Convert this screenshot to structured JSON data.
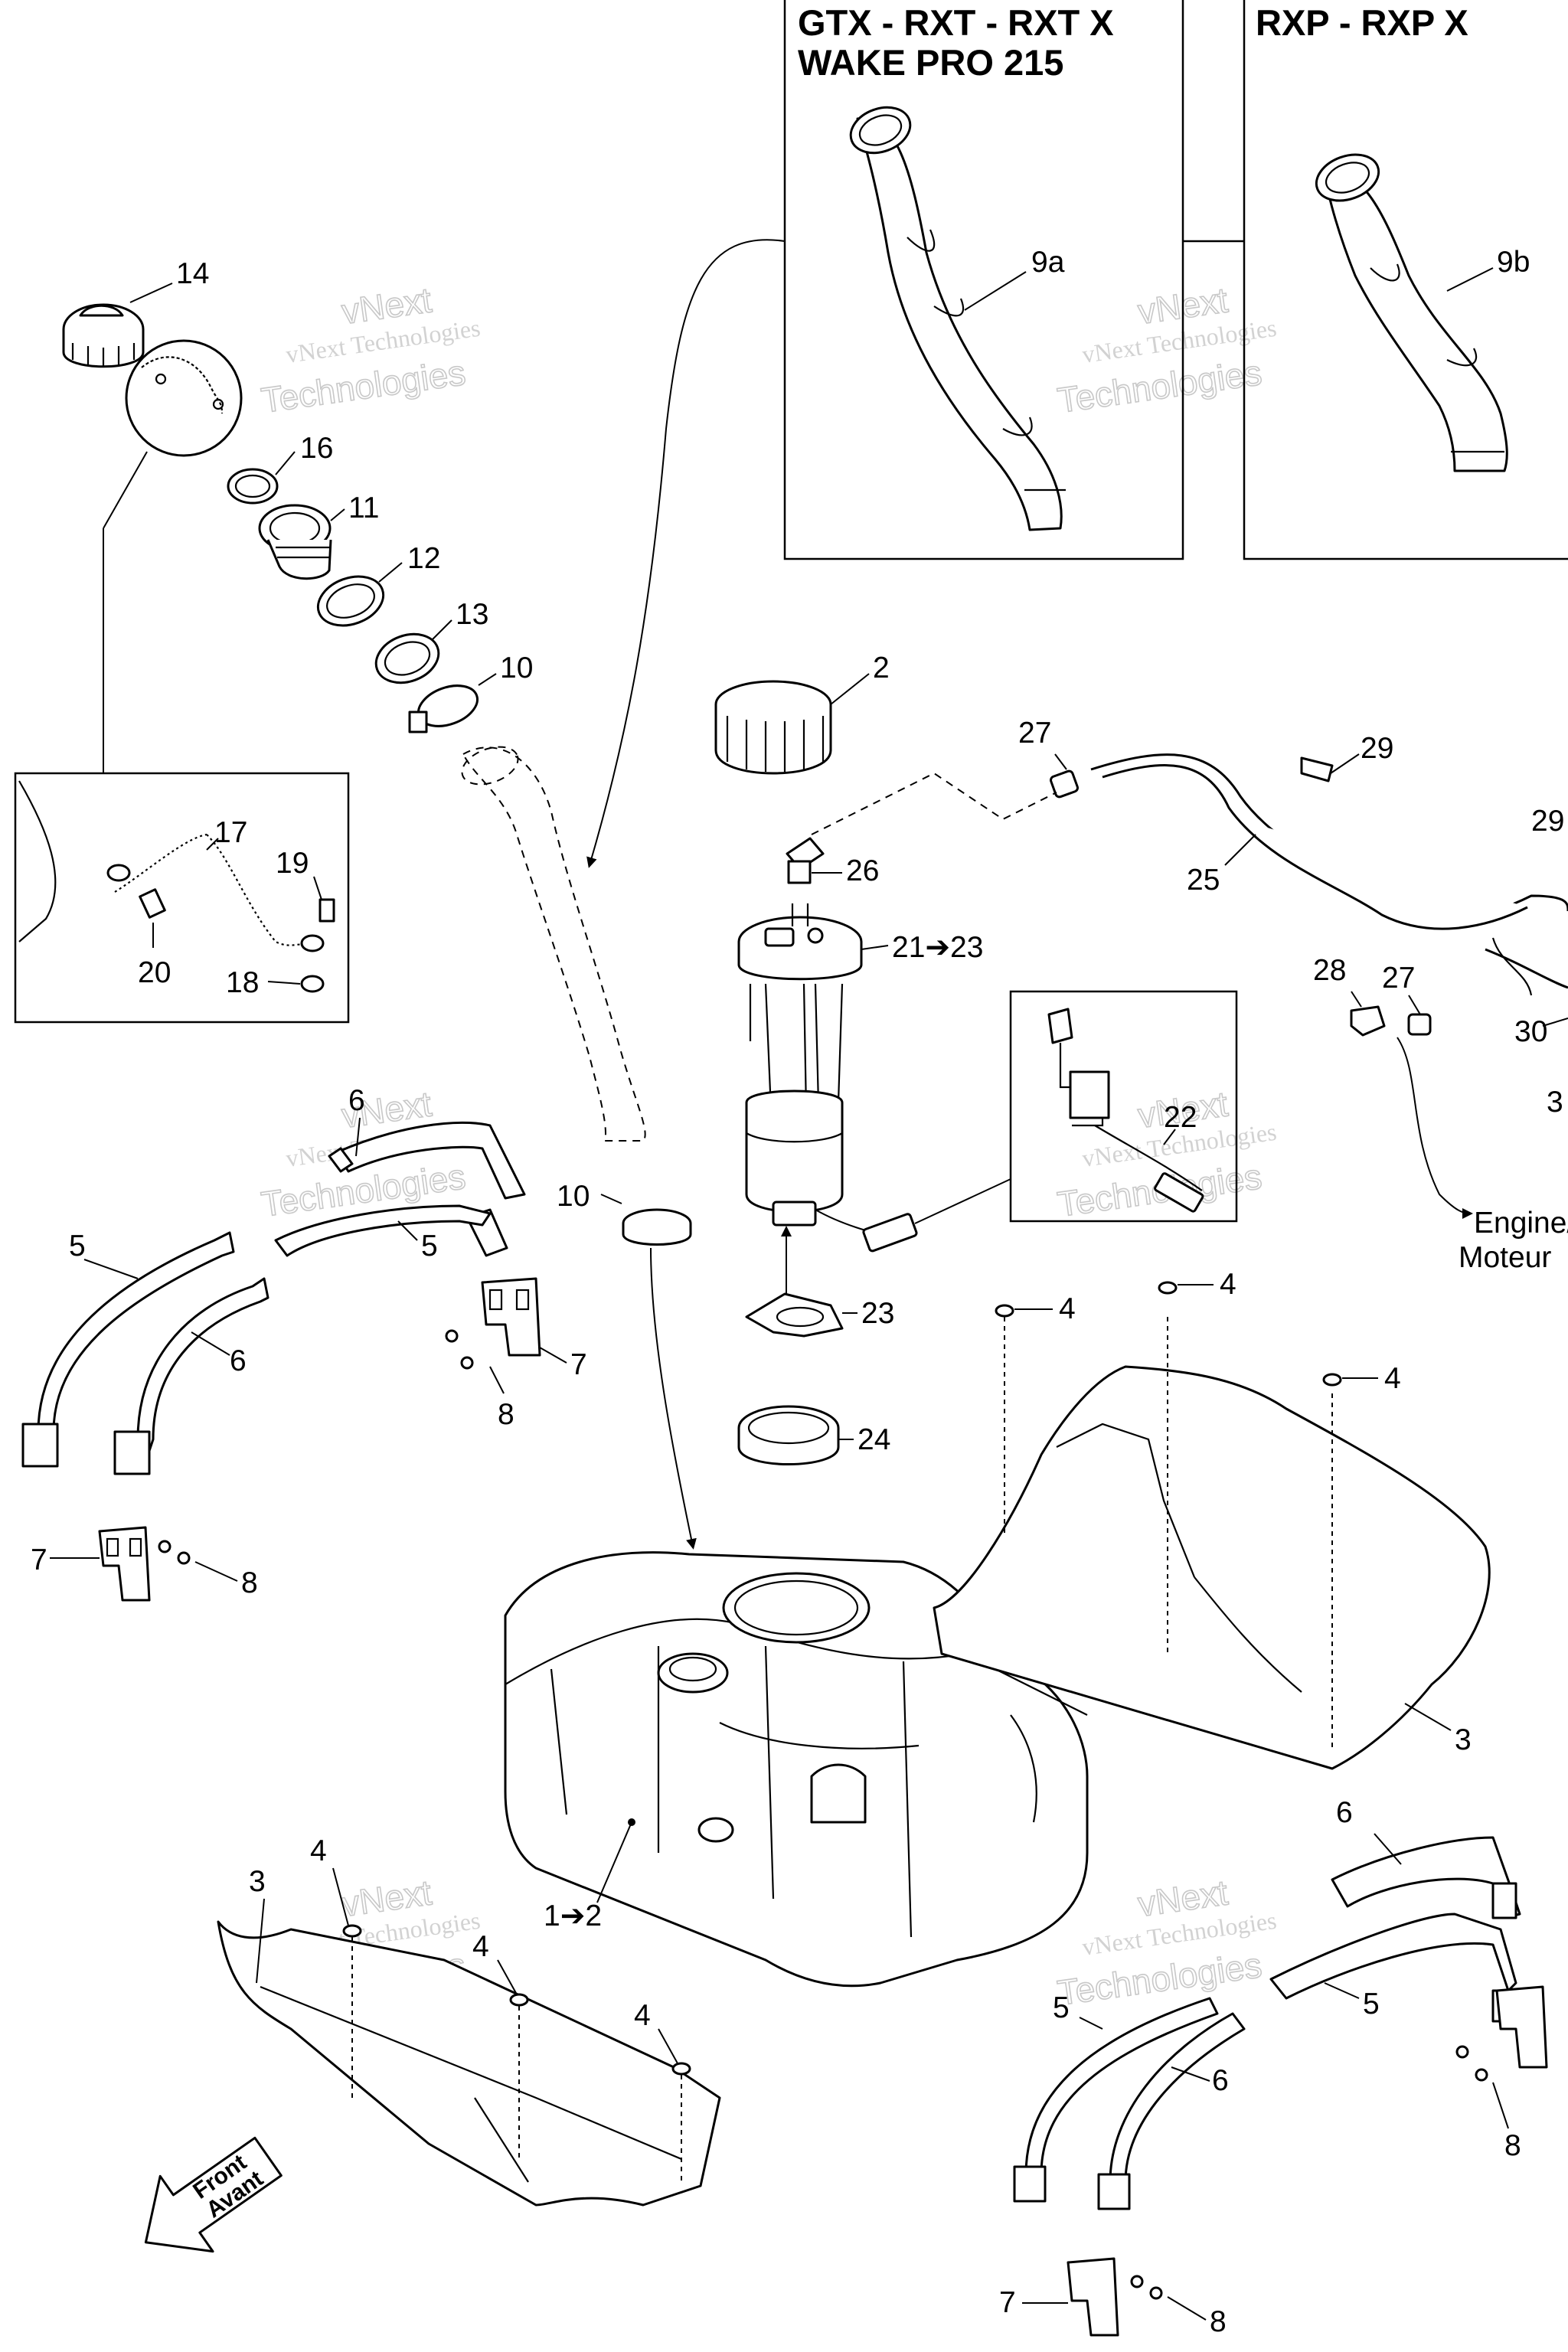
{
  "panels": {
    "gtx_title_line1": "GTX - RXT - RXT X",
    "gtx_title_line2": "WAKE PRO 215",
    "rxp_title": "RXP - RXP X"
  },
  "watermark": {
    "line1": "vNext",
    "line2": "vNext Technologies",
    "line3": "Technologies"
  },
  "labels": {
    "engine_en": "Engine/",
    "engine_fr": "Moteur",
    "front_en": "Front",
    "front_fr": "Avant"
  },
  "callouts": {
    "c14": "14",
    "c16": "16",
    "c11": "11",
    "c12": "12",
    "c13": "13",
    "c10a": "10",
    "c9a": "9a",
    "c9b": "9b",
    "c2": "2",
    "c27a": "27",
    "c29a": "29",
    "c29b": "29",
    "c25": "25",
    "c26": "26",
    "c21": "21➔23",
    "c17": "17",
    "c19": "19",
    "c20": "20",
    "c18": "18",
    "c28": "28",
    "c27b": "27",
    "c30": "30",
    "c3cut": "3",
    "c22": "22",
    "c6a": "6",
    "c5a": "5",
    "c5b": "5",
    "c6b": "6",
    "c10b": "10",
    "c23": "23",
    "c7a": "7",
    "c8a": "8",
    "c7b": "7",
    "c8b": "8",
    "c24": "24",
    "c4a": "4",
    "c4b": "4",
    "c4c": "4",
    "c3a": "3",
    "c1": "1➔2",
    "c4d": "4",
    "c3b": "3",
    "c4e": "4",
    "c4f": "4",
    "c6c": "6",
    "c5c": "5",
    "c5d": "5",
    "c6d": "6",
    "c8c": "8",
    "c7c": "7",
    "c8d": "8"
  }
}
